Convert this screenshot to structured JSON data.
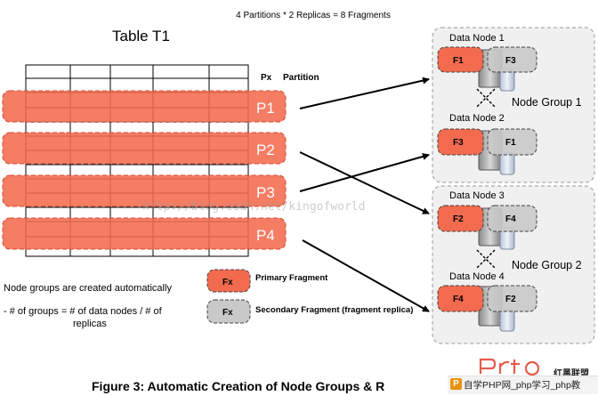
{
  "header": {
    "formula": "4 Partitions * 2 Replicas = 8 Fragments"
  },
  "table": {
    "title": "Table T1",
    "px_label": "Px",
    "partition_label": "Partition"
  },
  "partitions": [
    {
      "label": "P1",
      "target": "Data Node 1"
    },
    {
      "label": "P2",
      "target": "Data Node 3"
    },
    {
      "label": "P3",
      "target": "Data Node 2"
    },
    {
      "label": "P4",
      "target": "Data Node 4"
    }
  ],
  "node_groups": [
    {
      "label": "Node Group 1",
      "nodes": [
        {
          "label": "Data Node 1",
          "primary": "F1",
          "secondary": "F3"
        },
        {
          "label": "Data Node 2",
          "primary": "F3",
          "secondary": "F1"
        }
      ]
    },
    {
      "label": "Node Group 2",
      "nodes": [
        {
          "label": "Data Node 3",
          "primary": "F2",
          "secondary": "F4"
        },
        {
          "label": "Data Node 4",
          "primary": "F4",
          "secondary": "F2"
        }
      ]
    }
  ],
  "legend": {
    "primary_symbol": "Fx",
    "primary_label": "Primary Fragment",
    "secondary_symbol": "Fx",
    "secondary_label": "Secondary Fragment (fragment replica)"
  },
  "notes": {
    "line1": "Node groups are created automatically",
    "line2": "- # of groups = # of data nodes / # of",
    "line3": "replicas"
  },
  "caption": "Figure 3: Automatic Creation of Node Groups & R",
  "watermark": {
    "center": "http://blog.csdn.net/kingofworld",
    "brand": "红黑联盟",
    "badge": "P",
    "bar_text": "自学PHP网_php学习_php教"
  },
  "colors": {
    "primary_fill": "#f26b4f",
    "primary_stroke": "#d44a30",
    "secondary_fill": "#c9c9c9",
    "secondary_stroke": "#8e8e8e",
    "group_fill": "#f0f0f0",
    "group_stroke": "#9a9a9a",
    "arrow": "#000000"
  }
}
